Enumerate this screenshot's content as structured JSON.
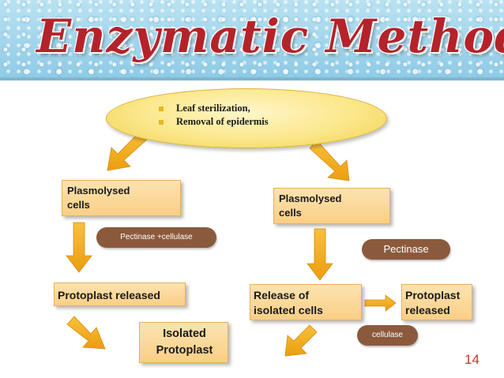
{
  "slide": {
    "title": "Enzymatic Method",
    "page_number": "14"
  },
  "top_step": {
    "bullets": [
      "Leaf sterilization,",
      "Removal of epidermis"
    ]
  },
  "left_branch": {
    "step1": "Plasmolysed\ncells",
    "enzyme": "Pectinase +cellulase",
    "step2": "Protoplast released",
    "step3": "Isolated\nProtoplast"
  },
  "right_branch": {
    "step1": "Plasmolysed\ncells",
    "enzyme1": "Pectinase",
    "step2": "Release of\nisolated cells",
    "enzyme2": "cellulase",
    "step3": "Protoplast\nreleased"
  },
  "colors": {
    "title": "#b5232a",
    "arrow": "#f5b21a",
    "box_fill": "#fbd898",
    "pill_fill": "#8b5a3c",
    "ellipse_fill": "#fbe78a",
    "page_number": "#c0392b"
  }
}
